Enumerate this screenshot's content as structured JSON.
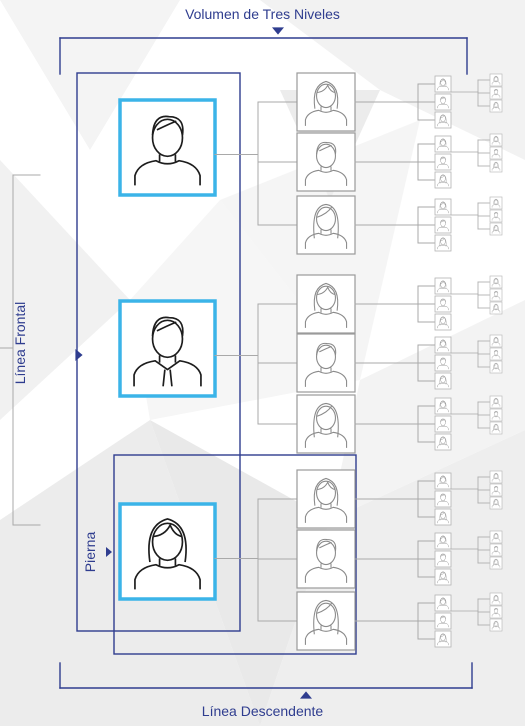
{
  "labels": {
    "top": "Volumen de Tres Niveles",
    "bottom": "Línea Descendente",
    "frontal": "Línea Frontal",
    "leg": "Pierna"
  },
  "colors": {
    "navy": "#2f3d8f",
    "accent": "#3bb4e8",
    "gray_line": "#a9a9a9",
    "node_border": "#9a9a9a",
    "bg_facet": "#eeeeee"
  },
  "levels": {
    "level1": [
      {
        "icon": "man-avatar-icon"
      },
      {
        "icon": "man-tie-avatar-icon"
      },
      {
        "icon": "woman-avatar-icon"
      }
    ],
    "level2_icons": [
      "woman-avatar-icon",
      "man-avatar-icon",
      "long-hair-avatar-icon"
    ],
    "level3_icons": [
      "woman-avatar-icon",
      "man-avatar-icon",
      "long-hair-avatar-icon"
    ],
    "level4_icons": [
      "woman-avatar-icon",
      "man-avatar-icon",
      "long-hair-avatar-icon"
    ]
  }
}
